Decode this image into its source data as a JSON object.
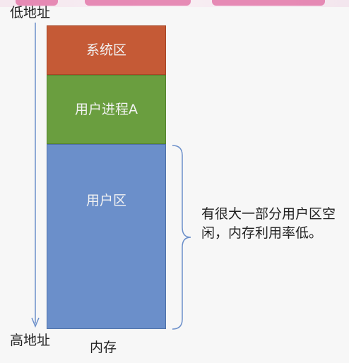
{
  "labels": {
    "low_address": "低地址",
    "high_address": "高地址",
    "memory": "内存"
  },
  "blocks": {
    "system": "系统区",
    "process_a": "用户进程A",
    "user": "用户区"
  },
  "note": "有很大一部分用户区空闲，内存利用率低。",
  "colors": {
    "system_block": "#c55a36",
    "process_block": "#6a9e3f",
    "user_block": "#6b8fca",
    "arrow_and_brace": "#6b8fca"
  }
}
